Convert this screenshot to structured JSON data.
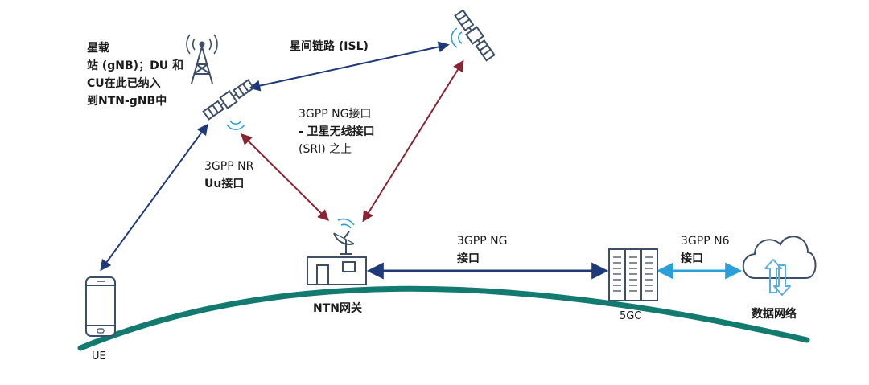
{
  "labels": {
    "satellite_gnb": [
      "星载",
      "站 (gNB)；DU 和",
      "CU在此已纳入",
      "到NTN-gNB中"
    ],
    "isl": "星间链路 (ISL)",
    "ng_over_sri": [
      "3GPP NG接口",
      "- 卫星无线接口",
      "(SRI) 之上"
    ],
    "nr_uu": [
      "3GPP NR",
      "Uu接口"
    ],
    "ng": [
      "3GPP NG",
      "接口"
    ],
    "n6": [
      "3GPP N6",
      "接口"
    ],
    "ntn_gateway": "NTN网关",
    "core": "5GC",
    "data_network": "数据网络",
    "ue": "UE"
  },
  "colors": {
    "navy_link": "#1f3a78",
    "feeder_link": "#8b2432",
    "n6_link": "#2a9fd8",
    "earth_curve": "#127a6e",
    "icon_stroke": "#3d4f66",
    "cloud_arrow": "#5aaedf"
  },
  "icons": [
    "cell-tower-icon",
    "satellite-icon",
    "satellite-icon",
    "satellite-dish-icon",
    "gateway-building-icon",
    "server-rack-icon",
    "cloud-icon",
    "bidirectional-arrow-icon",
    "smartphone-icon"
  ]
}
